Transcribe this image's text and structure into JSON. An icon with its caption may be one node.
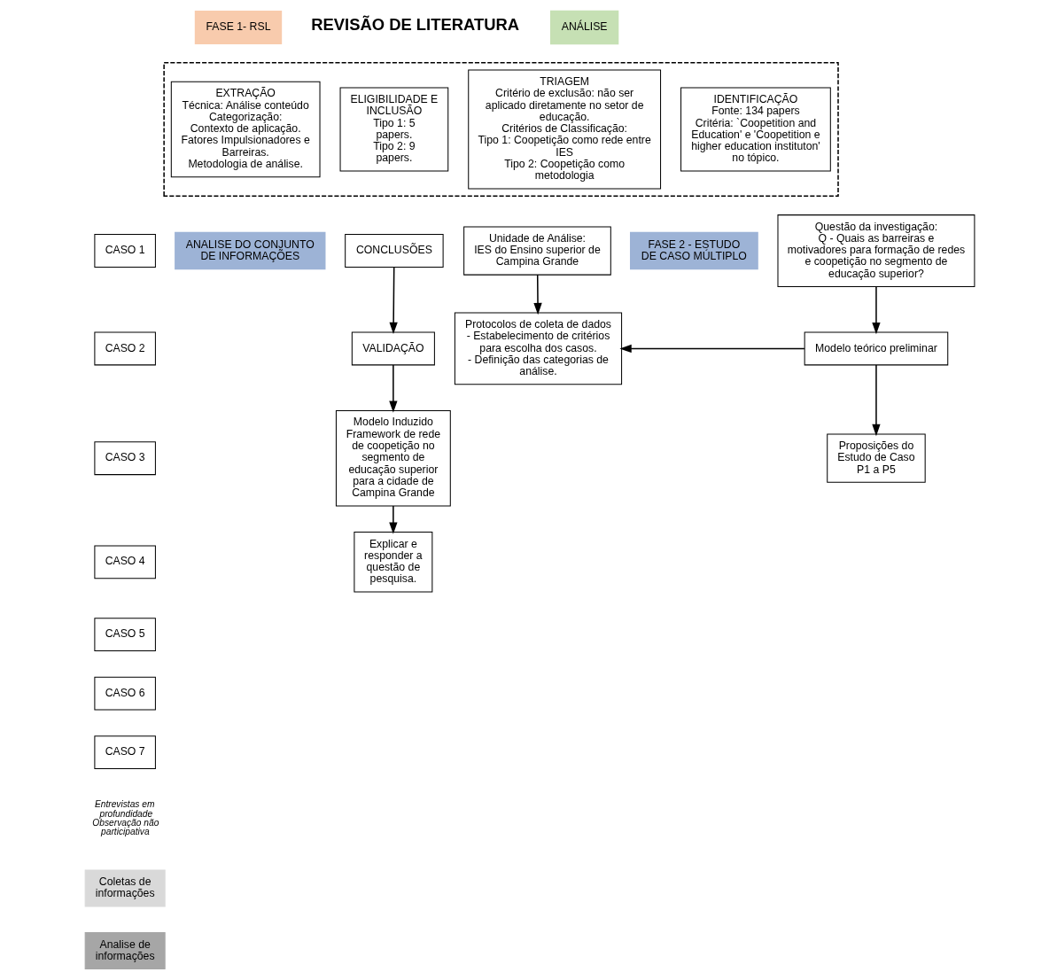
{
  "diagram": {
    "nodes": [
      {
        "text": [
          "ANÁLISE"
        ]
      },
      {
        "text": [
          "FASE 1- RSL"
        ]
      },
      {
        "text": [],
        "shape": "box"
      },
      {
        "text": [
          "IDENTIFICAÇÃO",
          "Fonte: 134 papers",
          "Critéria: `Coopetition and Education' e 'Coopetition e higher education instituton' no tópico."
        ],
        "in": 2
      },
      {
        "text": [
          "TRIAGEM",
          "Critério de exclusão: não ser aplicado diretamente no setor de educação.",
          "Critérios de Classificação:",
          "Tipo 1: Coopetição como rede entre IES",
          "Tipo 2: Coopetição como metodologia"
        ],
        "in": 2
      },
      {
        "text": [
          "ELIGIBILIDADE E INCLUSÃO",
          "Tipo 1: 5 papers.",
          "Tipo 2: 9 papers."
        ],
        "in": 2
      },
      {
        "text": [
          "EXTRAÇÃO",
          "Técnica: Análise conteúdo",
          "Categorização:",
          "Contexto de aplicação.",
          "Fatores Impulsionadores e Barreiras.",
          "Metodologia de análise."
        ],
        "in": 2
      },
      {
        "text": [
          "FASE 2 - ESTUDO DE CASO MÚLTIPLO"
        ]
      },
      {
        "text": [
          "Questão da investigação:",
          "Q - Quais as barreiras e motivadores para formação de redes e coopetição no segmento de educação superior?"
        ]
      },
      {
        "text": [
          "Modelo teórico preliminar"
        ]
      },
      {
        "text": [
          "Proposições do Estudo de Caso",
          "P1 a P5"
        ]
      },
      {
        "text": [
          "Unidade de Análise:",
          "IES do Ensino superior de Campina Grande"
        ]
      },
      {
        "text": [
          "Protocolos de coleta de dados",
          "- Estabelecimento de critérios para escolha dos casos.",
          "- Definição das categorias de análise."
        ]
      },
      {
        "text": [
          "CASO 1"
        ]
      },
      {
        "text": [
          "CASO 2"
        ]
      },
      {
        "text": [
          "CASO 3"
        ]
      },
      {
        "text": [
          "CASO 4"
        ]
      },
      {
        "text": [
          "CASO 5"
        ]
      },
      {
        "text": [
          "CASO 6"
        ]
      },
      {
        "text": [
          "CASO 7"
        ]
      },
      {
        "text": [
          "Coletas de informações"
        ]
      },
      {
        "text": [
          "Analise de informações"
        ]
      },
      {
        "text": [
          "ANALISE DO CONJUNTO DE INFORMAÇÕES"
        ]
      },
      {
        "text": [
          "CONCLUSÕES"
        ]
      },
      {
        "text": [
          "VALIDAÇÃO"
        ]
      },
      {
        "text": [
          "Modelo Induzido",
          "Framework de rede de coopetição no segmento de educação superior para a cidade de Campina Grande"
        ]
      },
      {
        "text": [
          "Explicar e responder a questão de pesquisa."
        ]
      }
    ],
    "edges": [
      {
        "from": 8,
        "to": 9,
        "arrow": "to"
      },
      {
        "from": 9,
        "to": 10,
        "arrow": "to"
      },
      {
        "from": 9,
        "to": 12,
        "arrow": "to"
      },
      {
        "from": 11,
        "to": 12,
        "arrow": "to"
      },
      {
        "from": 23,
        "to": 24,
        "arrow": "to"
      },
      {
        "from": 24,
        "to": 25,
        "arrow": "to"
      },
      {
        "from": 25,
        "to": 26,
        "arrow": "to"
      }
    ],
    "labels": [
      "REVISÃO DE LITERATURA",
      "Entrevistas em profundidade Observação não participativa"
    ]
  }
}
